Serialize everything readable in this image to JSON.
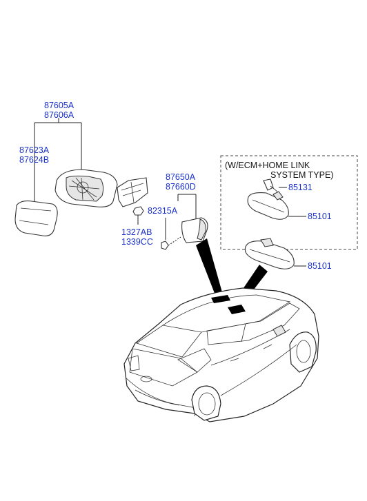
{
  "labels": {
    "mirror_assy_a": "87605A",
    "mirror_assy_b": "87606A",
    "mirror_glass_a": "87623A",
    "mirror_glass_b": "87624B",
    "cover_a": "87650A",
    "cover_b": "87660D",
    "clip": "82315A",
    "nut_a": "1327AB",
    "nut_b": "1339CC",
    "option_line1": "(W/ECM+HOME LINK",
    "option_line2": "SYSTEM TYPE)",
    "harness": "85131",
    "inside_mirror_ecm": "85101",
    "inside_mirror": "85101"
  },
  "colors": {
    "label": "#1a32c8",
    "line": "#222222",
    "leader_fill": "#000000"
  },
  "icons": {
    "door_mirror": "door-mirror-assembly-icon",
    "mirror_glass": "mirror-glass-icon",
    "mirror_cover": "mirror-cover-icon",
    "inside_mirror": "inside-rearview-mirror-icon",
    "car": "sedan-car-rear-view-icon"
  }
}
